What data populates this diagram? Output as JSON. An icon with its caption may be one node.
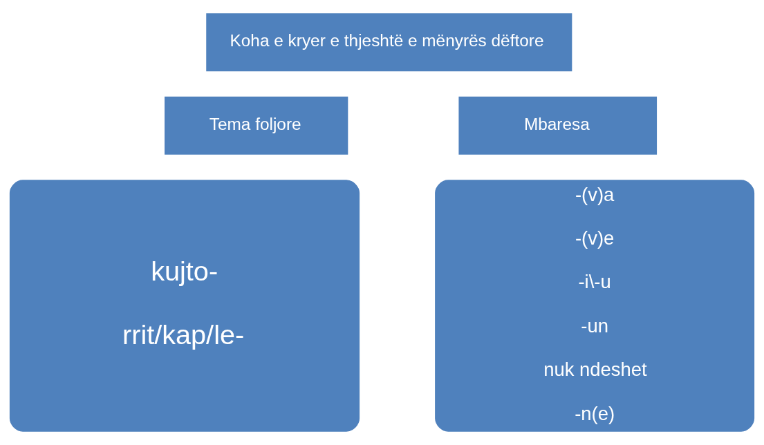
{
  "diagram": {
    "nodes": [
      {
        "text": [
          "Koha e kryer e thjeshtë e mënyrës dëftore"
        ]
      },
      {
        "text": [
          "Tema foljore"
        ]
      },
      {
        "text": [
          "Mbaresa"
        ]
      },
      {
        "text": [
          "kujto-",
          "rrit/kap/le-"
        ]
      },
      {
        "text": [
          "-(v)a",
          "-(v)e",
          "-i\\-u",
          "-un",
          "nuk ndeshet",
          "-n(e)"
        ]
      }
    ]
  }
}
